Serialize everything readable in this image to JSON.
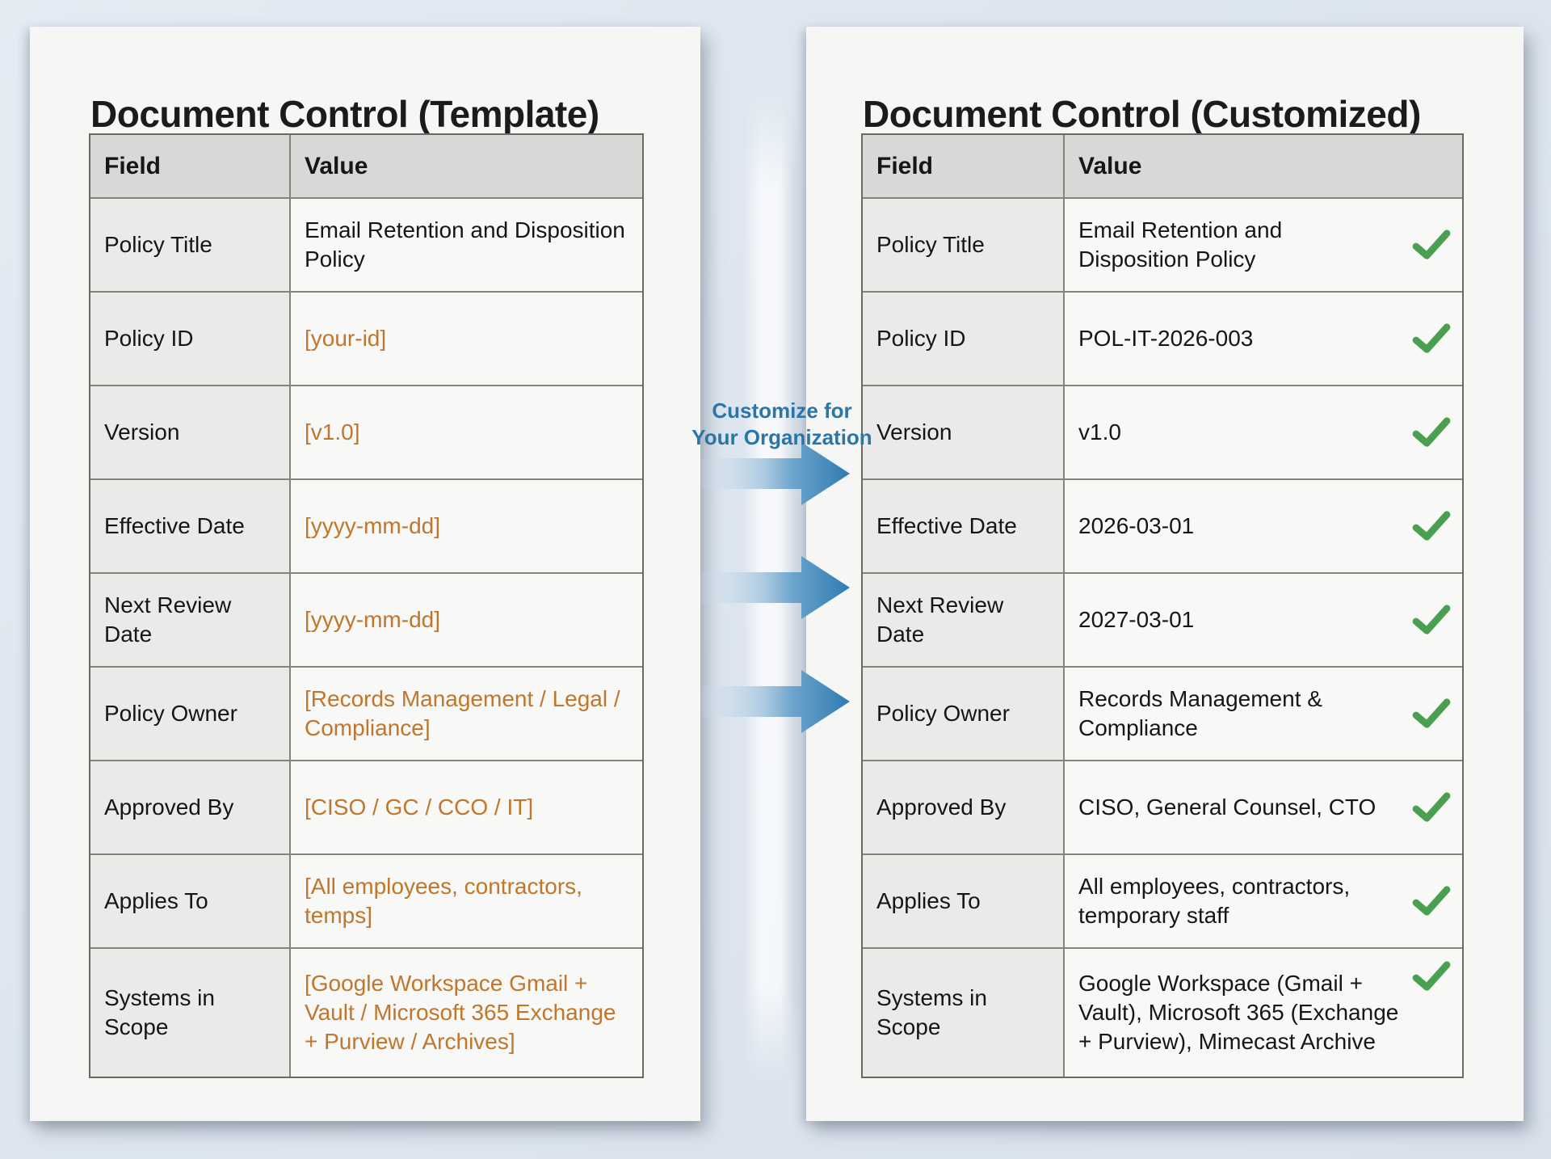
{
  "colors": {
    "background": "#dde6ef",
    "page": "#f6f6f4",
    "table_header_bg": "#d7d9d6",
    "field_column_bg": "#eaeae8",
    "value_column_bg": "#f8f8f6",
    "table_border": "#84847f",
    "text": "#161616",
    "placeholder_orange": "#c0762c",
    "check_green": "#4aa050",
    "caption_blue": "#2b76a9",
    "arrow_blue": "#2e7cb2"
  },
  "left_panel": {
    "title": "Document Control (Template)",
    "table": {
      "headers": [
        "Field",
        "Value"
      ],
      "rows": [
        {
          "field": "Policy Title",
          "value": "Email Retention and Disposition\nPolicy",
          "placeholder": false
        },
        {
          "field": "Policy ID",
          "value": "[your-id]",
          "placeholder": true
        },
        {
          "field": "Version",
          "value": "[v1.0]",
          "placeholder": true
        },
        {
          "field": "Effective Date",
          "value": "[yyyy-mm-dd]",
          "placeholder": true
        },
        {
          "field": "Next Review\nDate",
          "value": "[yyyy-mm-dd]",
          "placeholder": true
        },
        {
          "field": "Policy Owner",
          "value": "[Records Management / Legal /\nCompliance]",
          "placeholder": true
        },
        {
          "field": "Approved By",
          "value": "[CISO / GC / CCO / IT]",
          "placeholder": true
        },
        {
          "field": "Applies To",
          "value": "[All employees, contractors,\ntemps]",
          "placeholder": true
        },
        {
          "field": "Systems in\nScope",
          "value": "[Google Workspace Gmail +\nVault / Microsoft 365 Exchange\n+ Purview / Archives]",
          "placeholder": true
        }
      ]
    }
  },
  "middle": {
    "caption_line1": "Customize for",
    "caption_line2": "Your Organization",
    "arrow_icon": "arrow-right-icon",
    "arrow_count": 3
  },
  "right_panel": {
    "title": "Document Control (Customized)",
    "table": {
      "headers": [
        "Field",
        "Value"
      ],
      "rows": [
        {
          "field": "Policy Title",
          "value": "Email Retention and\nDisposition Policy",
          "checked": true
        },
        {
          "field": "Policy ID",
          "value": "POL-IT-2026-003",
          "checked": true
        },
        {
          "field": "Version",
          "value": "v1.0",
          "checked": true
        },
        {
          "field": "Effective Date",
          "value": "2026-03-01",
          "checked": true
        },
        {
          "field": "Next Review\nDate",
          "value": "2027-03-01",
          "checked": true
        },
        {
          "field": "Policy Owner",
          "value": "Records Management &\nCompliance",
          "checked": true
        },
        {
          "field": "Approved By",
          "value": "CISO, General Counsel, CTO",
          "checked": true
        },
        {
          "field": "Applies To",
          "value": "All employees, contractors,\ntemporary staff",
          "checked": true
        },
        {
          "field": "Systems in\nScope",
          "value": "Google Workspace (Gmail +\nVault), Microsoft 365 (Exchange\n+ Purview), Mimecast Archive",
          "checked": true
        }
      ]
    }
  }
}
